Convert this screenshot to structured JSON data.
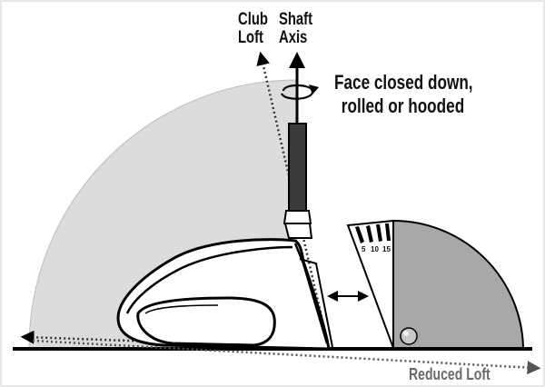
{
  "labels": {
    "club_loft": [
      "Club",
      "Loft"
    ],
    "shaft_axis": [
      "Shaft",
      "Axis"
    ],
    "face_note": [
      "Face closed down,",
      "rolled or hooded"
    ],
    "reduced_loft": "Reduced Loft"
  },
  "protractor_ticks": [
    "5",
    "10",
    "15"
  ],
  "colors": {
    "quarter_circle_fill": "#dcdcdc",
    "protractor_fill": "#a8a8a8",
    "outline": "#000000",
    "reduced_loft_text": "#6b6b6b"
  }
}
